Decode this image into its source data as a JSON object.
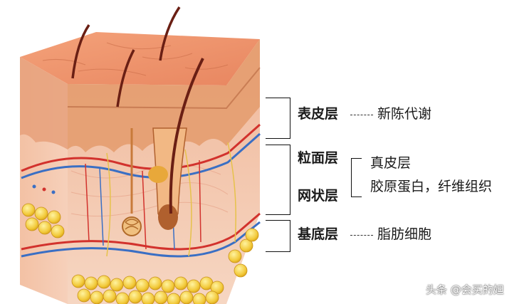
{
  "layers": {
    "epidermis": "表皮层",
    "papillary": "粒面层",
    "reticular": "网状层",
    "hypodermis": "基底层"
  },
  "descriptions": {
    "epidermis_desc": "新陈代谢",
    "dermis_title": "真皮层",
    "dermis_desc": "胶原蛋白，纤维组织",
    "hypodermis_desc": "脂肪细胞"
  },
  "watermark": "头条 @会买的妲"
}
